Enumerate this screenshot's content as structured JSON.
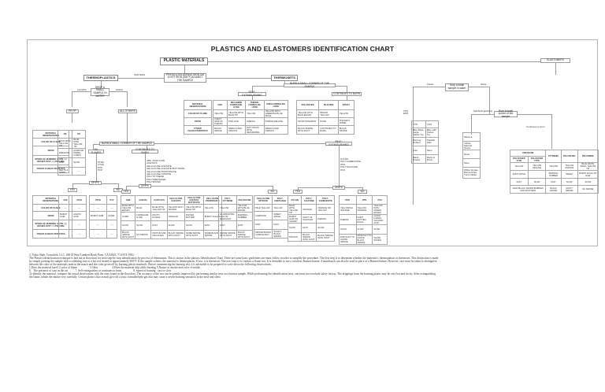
{
  "title": "PLASTICS AND ELASTOMERS IDENTIFICATION CHART",
  "nodes": {
    "plastic_materials": "PLASTIC MATERIALS",
    "elastomers": "ELASTOMERS",
    "press_test": "PRESS A SOLDERING IRON ON A HOT IRON (500°F) AGAINST THE SAMPLE",
    "thermoplastics": "THERMOPLASTICS",
    "thermosets": "THERMOSETS",
    "softens": "SOFTENS",
    "drop_water": "DROP A SMALL SAMPLE IN WATER",
    "floats": "FLOATS",
    "sinks": "SINKS",
    "pe_pp": "PE  PP",
    "all_others": "ALL OTHERS",
    "burn_corner_tp": "BURN A SMALL CORNER OF THE SAMPLE",
    "no_flames": "NO FLAMES",
    "continues_to_burn": "CONTINUES TO BURN",
    "no_flame_list": "PTFE\nCTFE\nPVF\nPVP",
    "burns_list": "ABS  ACRYLATE\nACETALS\nCELLULOSE ACETATE\nCELLULOSE ACETATE BUTYRATE\nCELLULOSE PROPIONATE\nCELLULOSE NITRATE\nPOLYSTYRENE\nPOLYURETHANE\nPOLYESTER",
    "drips": "DRIPS",
    "yes": "YES",
    "no": "NO",
    "burn_corner_ts": "BURN A SMALL CORNER OF THE SAMPLE",
    "self_ext_ts": "SELF-EXTINGUISHING",
    "continues_ts": "CONTINUES TO BURN",
    "self_ext_tp": "SELF-EXTINGUISHING",
    "self_ext_list": "NYLON\nPOLYCARBONATE\nPPO\nPOLYSULFONE\nPVC",
    "floats_el": "Floats",
    "sinks_el": "Sinks",
    "drop_water_el": "Drop a small sample in water",
    "self_ext_el": "Self-Extinguishing",
    "burn_screen_el": "Burn a small screen of the sample",
    "continues_el": "Continues to burn",
    "tpo_label": "TPO\nEPR"
  },
  "pe_pp_table": {
    "obs_header": [
      "MATERIAL",
      "OBSERVATIONS"
    ],
    "row_labels": [
      "COLOR OF FLAME",
      "ODOR",
      "SPEED OF BURNING SLOW < 1 INCHES FAST > 1 PER MIN.",
      "OTHER CHARACTERISTICS"
    ],
    "columns": [
      "PE",
      "PP"
    ],
    "cells": [
      [
        "BLUE WITH YELLOW TIP",
        "BLUE WITH YELLOW TIP"
      ],
      [
        "PARAFFIN",
        "ACRID OR DIESEL FUMES"
      ],
      [
        "FAST",
        "SLOW"
      ],
      [
        "MELTS & DRIPS",
        "—"
      ]
    ]
  },
  "thermoset_table_a": {
    "obs_header": [
      "MATERIAL",
      "OBSERVATIONS"
    ],
    "row_labels": [
      "COLOR OF FLAME",
      "ODOR",
      "OTHER CHARACTERISTICS"
    ],
    "columns": [
      "DAP",
      "MELAMINE FORMALDE-HYDE",
      "PHENOL FORMALDE-HYDE",
      "UREA FORMALDE-HYDE"
    ],
    "cells": [
      [
        "YELLOW",
        "YELLOW WITH BLUE TIP",
        "YELLOW",
        "YELLOW WITH GREENISH BLUE EDGE"
      ],
      [
        "CHEST GRIP OF PHENOL",
        "FISH-LIKE",
        "PHENOL",
        "FORMALDEHYDE"
      ],
      [
        "BLACK SMOKE",
        "SWELLS AND CRACKS",
        "MAY CRACK WITH DEFORMING",
        "SWELLS AND CRACKS"
      ]
    ]
  },
  "thermoset_table_b": {
    "columns": [
      "POLYESTER",
      "SILICONE",
      "EPOXY"
    ],
    "cells": [
      [
        "YELLOW WITH BLUE EDGES",
        "BRIGHT YELLOW",
        "YELLOW"
      ],
      [
        "SOUR CINNAMON",
        "NONE",
        "PUNGENT AMINE"
      ],
      [
        "BLACK SMOKE WITH SOOT",
        "CONTINUES TO BURN",
        "BLACK SMOKE"
      ]
    ]
  },
  "no_flame_table": {
    "obs_header": [
      "MATERIAL",
      "OBSERVATIONS"
    ],
    "row_labels": [
      "COLOR OF FLAME",
      "ODOR",
      "SPEED OF BURNING SLOW < 1 INCHES FAST > 1 PER MIN.",
      "OTHER CHARACTERISTICS"
    ],
    "yes_columns": [
      "FEP",
      "CTFE"
    ],
    "no_columns": [
      "PTFE",
      "PVF"
    ],
    "cells": [
      [
        "—",
        "—",
        "—",
        "—"
      ],
      [
        "BURNT HAIR",
        "ACETIC ACID",
        "BURNT HAIR",
        "ACRID"
      ],
      [
        "—",
        "—",
        "—",
        "—"
      ],
      [
        "—",
        "—",
        "—",
        "—"
      ]
    ]
  },
  "burns_table_yes": {
    "columns": [
      "ABS",
      "ACETAL",
      "ACRYLICS",
      "CELLULOSE ACETATE",
      "CELLULOSE ACETATE BUTYRATE",
      "CELLULOSE PROPIONATE"
    ],
    "cells": [
      [
        "BLUE WITH YELLOW EDGES",
        "BLUE",
        "BLUE WITH YELLOW TIP",
        "YELLOW WITH SPARKS",
        "YELLOW WITH BLUE TIP",
        "YELLOW"
      ],
      [
        "ACRID",
        "FORMALDE-HYDE",
        "FRUITY FLORAL",
        "VINEGAR",
        "RANCID BUTTER",
        "BURNT SUGAR"
      ],
      [
        "SLOW",
        "SLOW",
        "FAST",
        "SLOW",
        "SLOW",
        "FAST"
      ],
      [
        "BLACK SMOKE WITH SOOT",
        "NO SMOKE",
        "FROTHS AND CRACKLES",
        "BLACK SMOKE WITH SOOT",
        "SOME SMOKE WITH SOOT",
        "SOME BLACK SMOKE"
      ]
    ]
  },
  "burns_table_yes2": {
    "columns": [
      "POLY-STYRENE",
      "POLYESTER"
    ],
    "cells": [
      [
        "YELLOW",
        "YELLOW WITH BLUE EDGES"
      ],
      [
        "ILLUMINATING GAS OR MARIGOLD",
        "BURNING RUBBER"
      ],
      [
        "FAST",
        "FAST"
      ],
      [
        "DENSE SMOKE WITH SOOT",
        "BLACK SMOKE WITH SOOT"
      ]
    ]
  },
  "burns_table_no": {
    "columns": [
      "CELLULOSE NITRATE",
      "POLY-URETHANE"
    ],
    "cells": [
      [
        "PALE YELLOW",
        "YELLOW"
      ],
      [
        "CAMPHOR",
        "SWEET APPLE"
      ],
      [
        "FAST",
        "FAST"
      ],
      [
        "SMOKE BURNS COMPLETELY",
        "SLIGHT BLACK SMOKE"
      ]
    ]
  },
  "selfext_table_yes": {
    "columns": [
      "NYLON",
      "POLY-SULFONE",
      "POLY-CARBONATE"
    ],
    "cells": [
      [
        "BLUE WITH YELLOW TIP",
        "ORANGE",
        "ORANGE OR YELLOW"
      ],
      [
        "BURNT HAIR OR CELERY",
        "SOOT OF SULPHUR",
        "PHENOL"
      ],
      [
        "SLOW",
        "FAST",
        "SLOW"
      ],
      [
        "FROTHS",
        "BLACK SMOKE WITH SOOT",
        "BLACK SMOKE WITH SOOT"
      ]
    ]
  },
  "selfext_table_no": {
    "columns": [
      "PPO",
      "PPS",
      "PVC"
    ],
    "cells": [
      [
        "YELLOWISH ORANGE",
        "YELLOW-ORANGE",
        "YELLOW WITH GREEN EDGES"
      ],
      [
        "PHENOL",
        "FAINT ROTTEN EGGS",
        "ACRID HYDRO-CHLORIC ACID"
      ],
      [
        "SLOW",
        "SLOW",
        "SLOW"
      ],
      [
        "DIFFICULT TO IGNITE SMOKE",
        "DIFFICULT TO IGNITE BLACK SMOKE",
        "WHITE SMOKE"
      ]
    ]
  },
  "elastomer_floats_table": {
    "rows": [
      "TPO",
      "Blue Base Large Yellow Tip",
      "Burning Rubber",
      "Fast",
      "Black Smoke"
    ],
    "values": [
      "TPO",
      "Blue with Yellow Tip",
      "Paraffin Wax",
      "Slow",
      "Melts & Drips"
    ]
  },
  "elastomer_selfext_table": {
    "rows": [
      "Silicone",
      "Yellow Sample Glows",
      "None",
      "Slow",
      "White Smoke, Burned Part Turns White"
    ]
  },
  "elastomer_burn_table": {
    "group_header": "URETHANE",
    "columns": [
      "POLYETHER TYPE",
      "POLYESTER TYPE",
      "STYRENIC",
      "POLYESTER",
      "POLYAMIDE"
    ],
    "cells": [
      [
        "YELLOW",
        "YELLOW ORANGE",
        "YELLOW",
        "YELLOW ORANGE",
        "BLUE WHITE SMALL YELLOW TIP"
      ],
      [
        "FAINT APPLE",
        "",
        "BURNING RUBBER",
        "SWEET",
        "BURNT WOOL OR HAIR"
      ],
      [
        "FAST",
        "SLOW",
        "FAST",
        "SLOW",
        "SLOW"
      ]
    ],
    "last_row": [
      "GRAY/BLACK SMOKE BUBBLES AND SPUTTERS",
      "BLACK SMOKE",
      "SOOTY SMOKE",
      "NO SMOKE"
    ]
  },
  "footer": {
    "copyright": "© Vishu Shah, Consultek, LLC, 460-D West Lambert Road, Brea, CA 92821, 714-674-1982",
    "paragraph1": "The Plastics identification technique is laid out in flowchart for each step-by-step identification by process of elimination. This is shown in the plastics Identification Chart. There are some basic guidelines one must follow in order to simplify the procedure. The first step is to determine whether the material is thermoplastic or thermoset. This distinction is made by simply probing the sample with a soldering iron or a hot rod heated to approximately 500°F. If the sample softens, the material is thermoplastic. If not, it is thermoset. The next step is to conduct a flame test. It is desirable to use a colorless Bunsen burner. A matchstick can also be used in place of a Bunsen burner. However, care must be taken to distinguish between the color of the materials used in the match and the color given off by burning plastic materials. Before commencing the burning test, it is advisable to be prepared to write down the following observations:",
    "obs_line1": "1.Does the material burn? 2.color of flame                  3.Odor                    4.Does the material drip while burning 5.Nature of smoke and color of smoke.",
    "obs_line2": "6.   The presence of soot in the air.          7. Self-extinguishes or continues to burn.                8. Speed of burning - fast or slow",
    "paragraph2": "To identify the material, compare the actual observations with the ones found in the flowchart. The accuracy of the test can be greatly improved by performing similar tests on a known sample. While performing the identification tests, one must not overlook safety factors. The drippings from the burning plastic may be very hot and sticky. After extinguishing the flame, inhale the smoke very carefully. Certain plastics like acetals give off a toxic formaldehyde gas that may cause a severe burning sensation in the nose and chest."
  }
}
